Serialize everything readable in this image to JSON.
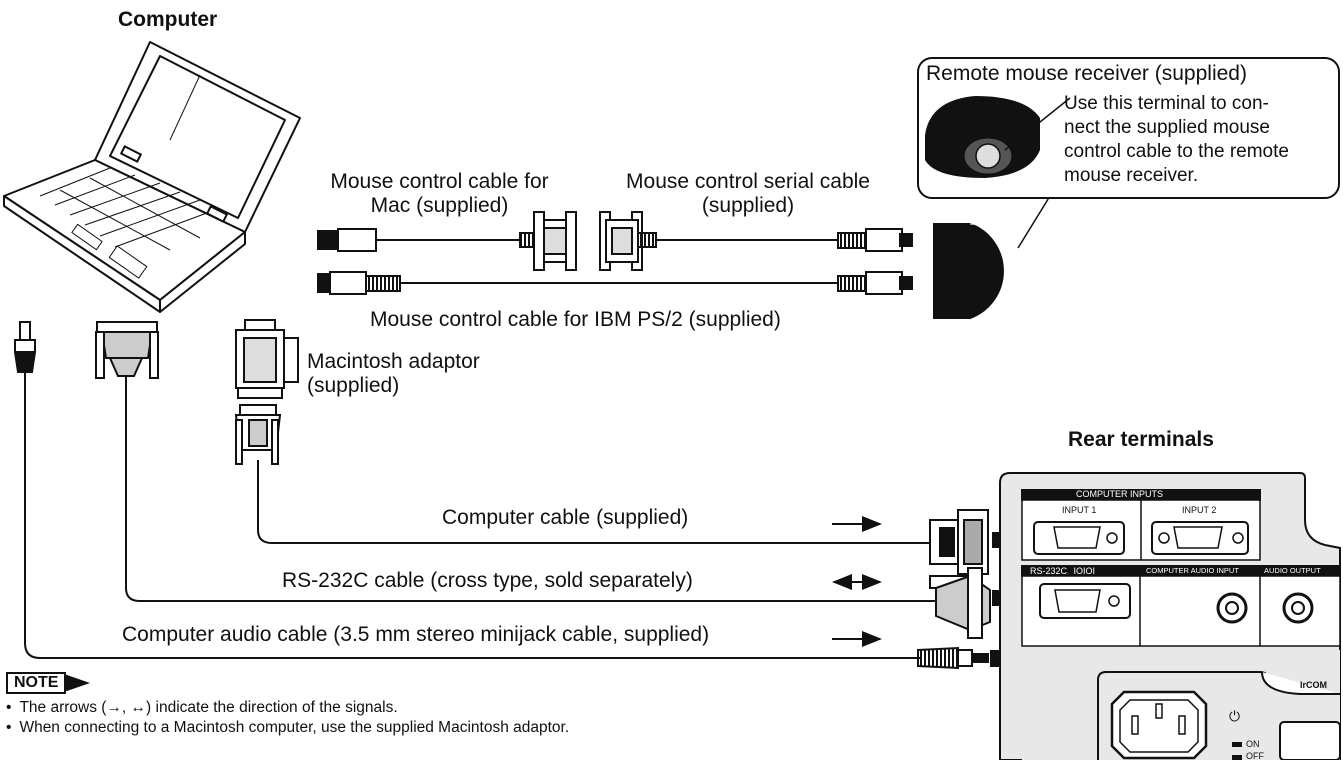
{
  "labels": {
    "computer": "Computer",
    "rear_terminals": "Rear terminals",
    "mouse_mac": "Mouse control cable for\nMac (supplied)",
    "mouse_mac_l1": "Mouse control cable for",
    "mouse_mac_l2": "Mac (supplied)",
    "mouse_serial_l1": "Mouse control serial cable",
    "mouse_serial_l2": "(supplied)",
    "mouse_ibm": "Mouse control cable for IBM PS/2 (supplied)",
    "mac_adaptor_l1": "Macintosh adaptor",
    "mac_adaptor_l2": "(supplied)",
    "computer_cable": "Computer cable (supplied)",
    "rs232c_cable": "RS-232C cable (cross type, sold separately)",
    "audio_cable": "Computer audio cable (3.5 mm stereo minijack cable, supplied)"
  },
  "callout": {
    "title": "Remote mouse receiver (supplied)",
    "line1": "Use this terminal to con-",
    "line2": "nect the supplied mouse",
    "line3": "control cable to the remote",
    "line4": "mouse receiver."
  },
  "arrows": {
    "computer_cable": "right-arrow",
    "rs232c_cable": "both-arrow",
    "audio_cable": "right-arrow"
  },
  "panel": {
    "computer_inputs": "COMPUTER INPUTS",
    "input1": "INPUT 1",
    "input2": "INPUT 2",
    "rs232c": "RS-232C",
    "rs232c_symbol": "IOIOI",
    "audio_input": "COMPUTER AUDIO INPUT",
    "audio_output": "AUDIO OUTPUT",
    "ircom": "IrCOM",
    "on": "ON",
    "off": "OFF",
    "power_symbol": "⏻"
  },
  "note": {
    "badge": "NOTE",
    "items": [
      "The arrows (→, ↔) indicate the direction of the signals.",
      "When connecting to a Macintosh computer, use the supplied Macintosh adaptor."
    ]
  },
  "colors": {
    "ink": "#111111",
    "panel": "#e8e8e8",
    "panel_dark": "#1a1a1a"
  }
}
